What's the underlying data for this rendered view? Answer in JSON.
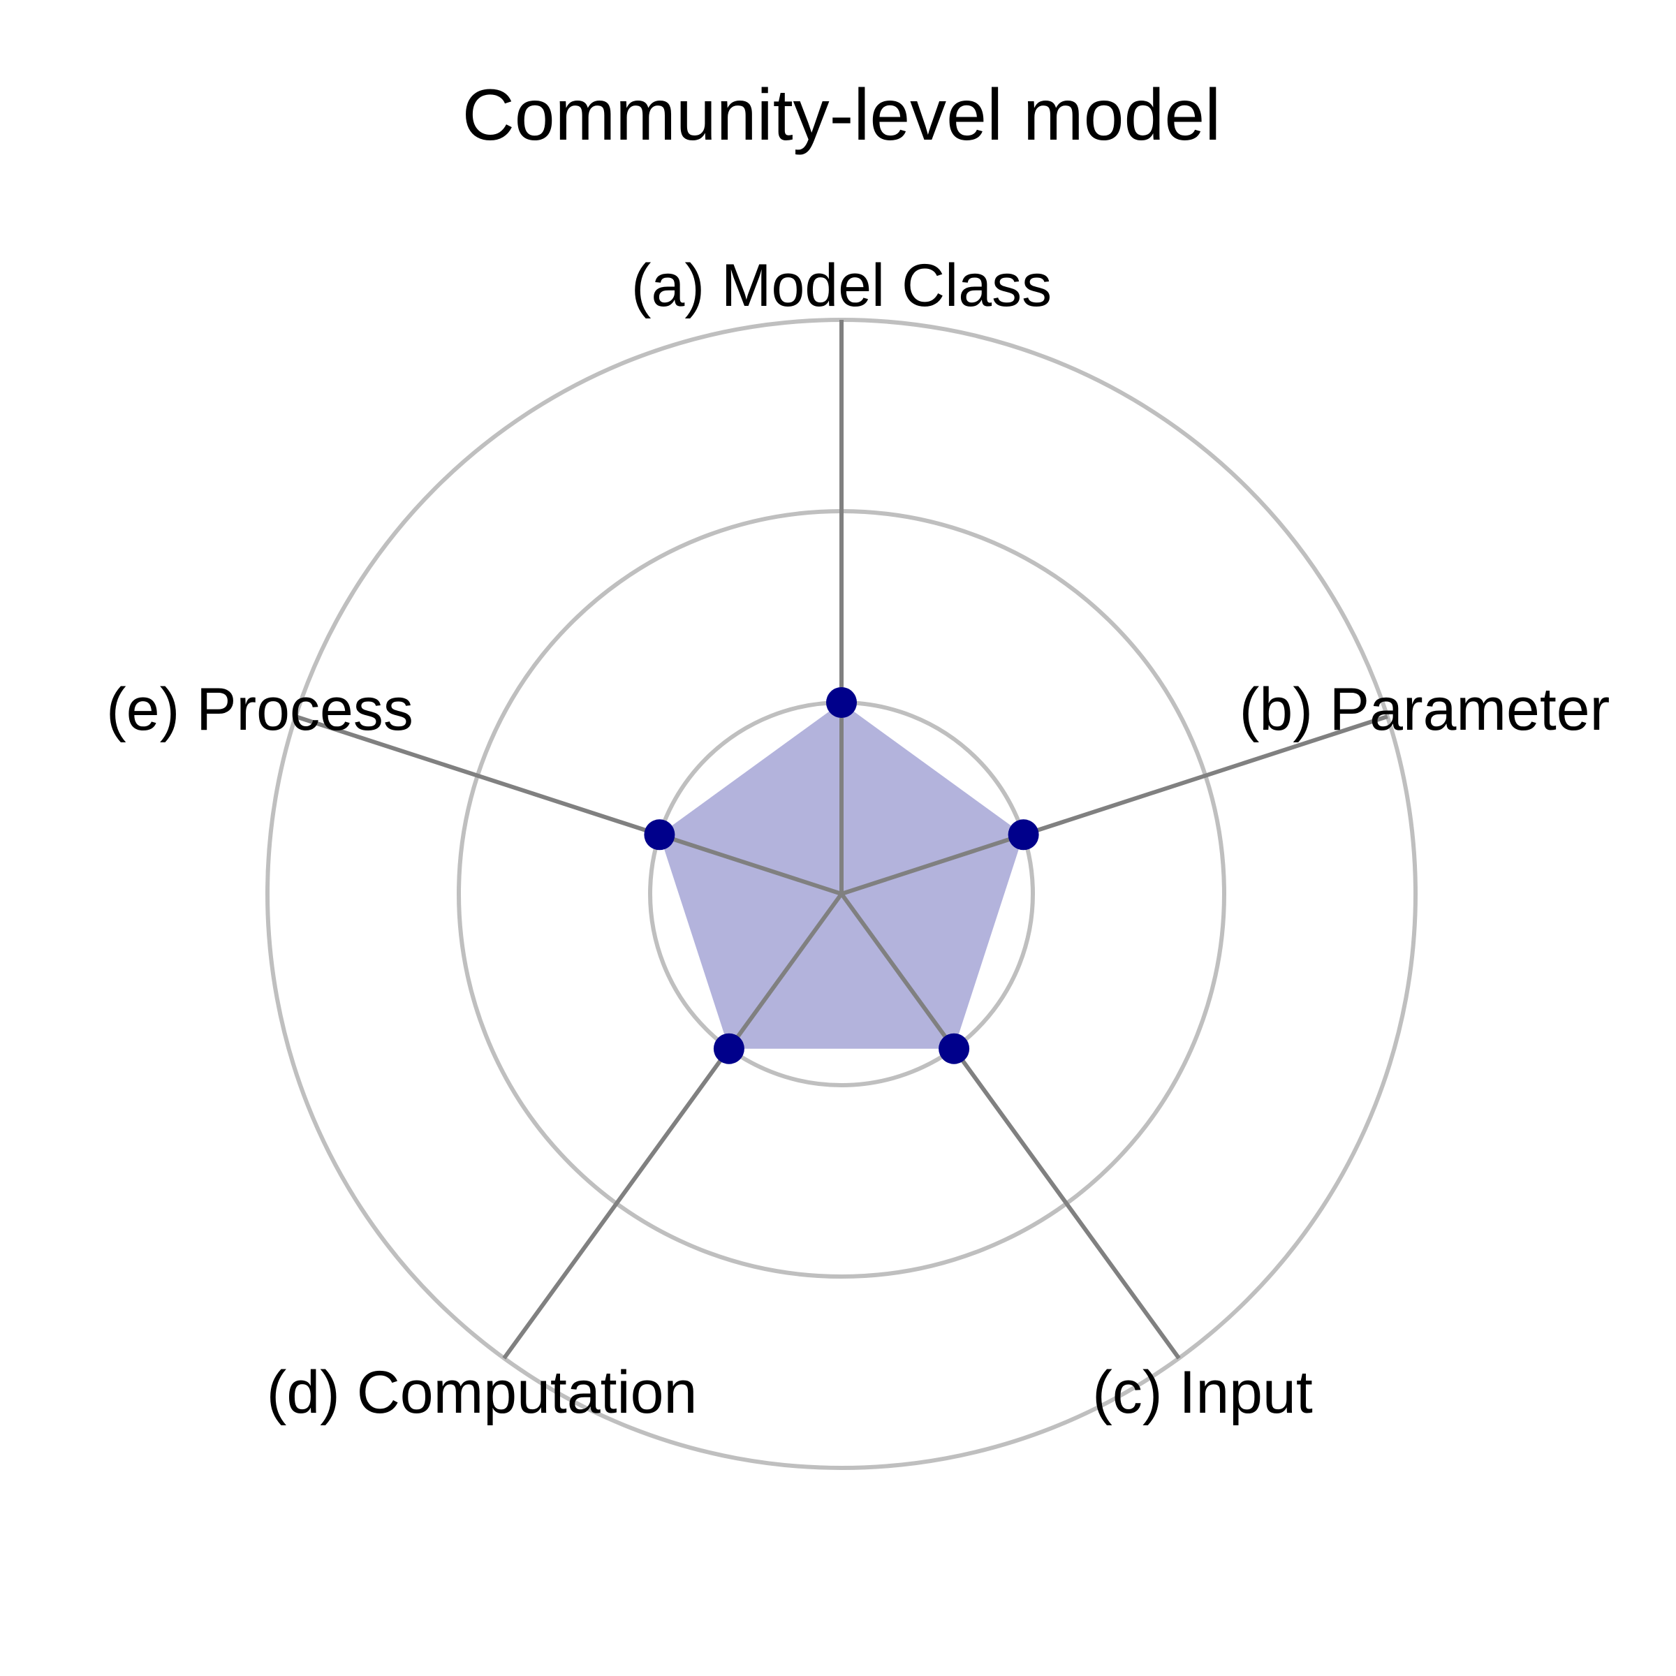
{
  "chart_data": {
    "type": "radar",
    "title": "Community-level model",
    "categories": [
      "(a) Model Class",
      "(b) Parameter",
      "(c) Input",
      "(d) Computation",
      "(e) Process"
    ],
    "series": [
      {
        "values": [
          1,
          1,
          1,
          1,
          1
        ],
        "fill_color": "#b3b3dc",
        "point_color": "#00008b"
      }
    ],
    "rlim": [
      0,
      3
    ],
    "grid_rings": [
      1,
      2,
      3
    ],
    "grid": true,
    "legend": "none",
    "colors": {
      "ring": "#bfbfbf",
      "spoke": "#808080"
    }
  }
}
